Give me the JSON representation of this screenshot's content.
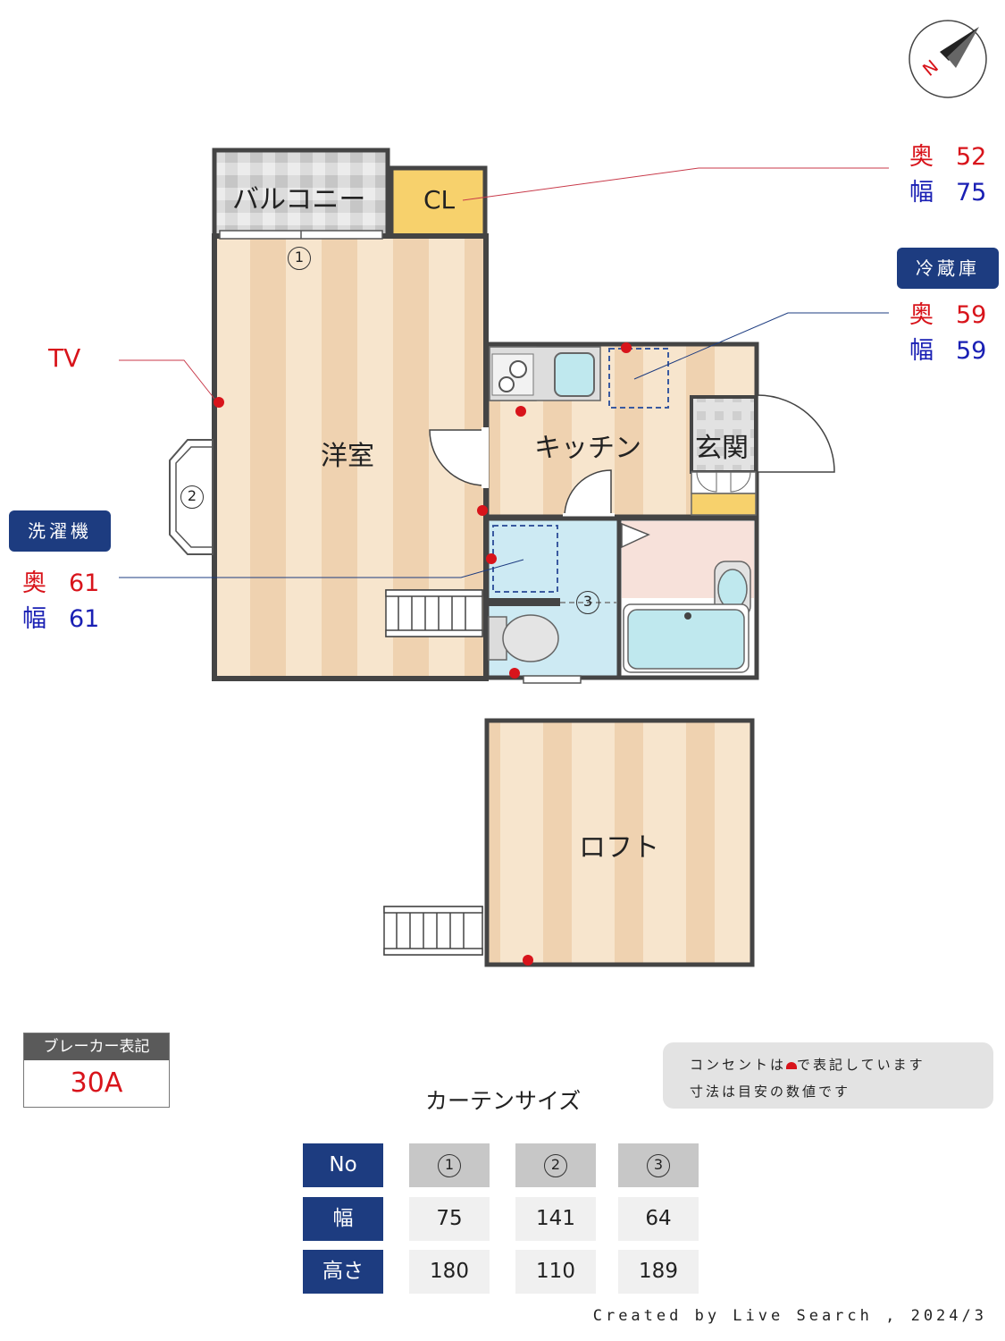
{
  "rooms": {
    "balcony": "バルコニー",
    "closet": "CL",
    "western_room": "洋室",
    "kitchen": "キッチン",
    "entrance": "玄関",
    "loft": "ロフト"
  },
  "window_markers": [
    "1",
    "2",
    "3"
  ],
  "callouts": {
    "tv": "TV",
    "closet_dims": {
      "depth_label": "奥",
      "depth": "52",
      "width_label": "幅",
      "width": "75"
    },
    "fridge": {
      "title": "冷蔵庫",
      "depth_label": "奥",
      "depth": "59",
      "width_label": "幅",
      "width": "59"
    },
    "washer": {
      "title": "洗濯機",
      "depth_label": "奥",
      "depth": "61",
      "width_label": "幅",
      "width": "61"
    }
  },
  "breaker": {
    "label": "ブレーカー表記",
    "value": "30A"
  },
  "note": {
    "line1_a": "コンセントは",
    "line1_b": "で表記しています",
    "line2": "寸法は目安の数値です"
  },
  "curtain_table": {
    "title": "カーテンサイズ",
    "row_labels": [
      "No",
      "幅",
      "高さ"
    ],
    "columns": [
      {
        "no": "1",
        "width": "75",
        "height": "180"
      },
      {
        "no": "2",
        "width": "141",
        "height": "110"
      },
      {
        "no": "3",
        "width": "64",
        "height": "189"
      }
    ]
  },
  "compass_letter": "N",
  "credit": "Created by Live Search , 2024/3",
  "colors": {
    "outlet": "#d8141b",
    "badge": "#1d3c80",
    "red_text": "#d8141b",
    "blue_text": "#1a20b4"
  }
}
